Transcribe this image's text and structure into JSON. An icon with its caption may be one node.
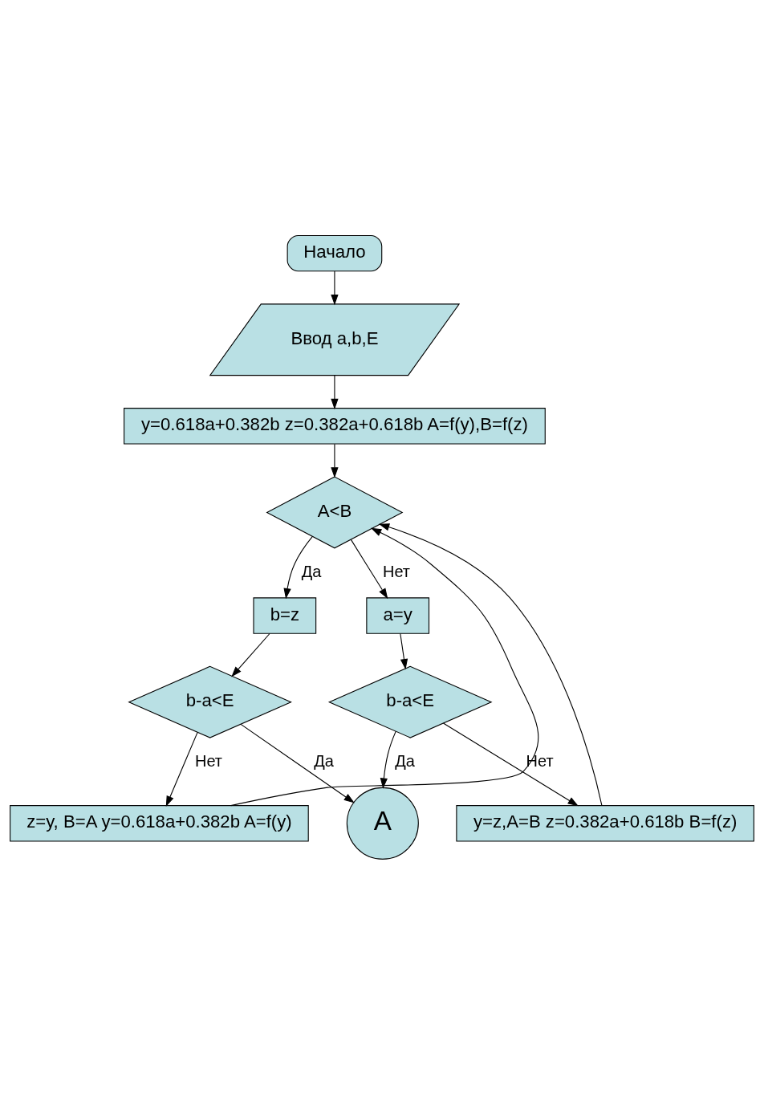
{
  "diagram": {
    "nodes": [
      {
        "text": [
          "Начало"
        ]
      },
      {
        "text": [
          "Ввод a,b,E"
        ]
      },
      {
        "text": [
          "y=0.618a+0.382b z=0.382a+0.618b A=f(y),B=f(z)"
        ]
      },
      {
        "text": [
          "A<B"
        ]
      },
      {
        "text": [
          "b=z"
        ]
      },
      {
        "text": [
          "a=y"
        ]
      },
      {
        "text": [
          "b-a<E"
        ]
      },
      {
        "text": [
          "b-a<E"
        ]
      },
      {
        "text": [
          "z=y, B=A y=0.618a+0.382b A=f(y)"
        ]
      },
      {
        "text": [
          "y=z,A=B z=0.382a+0.618b B=f(z)"
        ]
      },
      {
        "text": [
          "A"
        ]
      }
    ],
    "edges": [
      {
        "from": 0,
        "to": 1,
        "arrow": "to"
      },
      {
        "from": 1,
        "to": 2,
        "arrow": "to"
      },
      {
        "from": 2,
        "to": 3,
        "arrow": "to"
      },
      {
        "from": 3,
        "to": 4,
        "label": "Да",
        "arrow": "to"
      },
      {
        "from": 3,
        "to": 5,
        "label": "Нет",
        "arrow": "to"
      },
      {
        "from": 4,
        "to": 6,
        "arrow": "to"
      },
      {
        "from": 5,
        "to": 7,
        "arrow": "to"
      },
      {
        "from": 6,
        "to": 8,
        "label": "Нет",
        "arrow": "to"
      },
      {
        "from": 7,
        "to": 9,
        "label": "Нет",
        "arrow": "to"
      },
      {
        "from": 8,
        "to": 3,
        "arrow": "to"
      },
      {
        "from": 9,
        "to": 3,
        "arrow": "to"
      },
      {
        "from": 6,
        "to": 10,
        "label": "Да",
        "arrow": "to"
      },
      {
        "from": 7,
        "to": 10,
        "label": "Да",
        "arrow": "to"
      }
    ]
  }
}
